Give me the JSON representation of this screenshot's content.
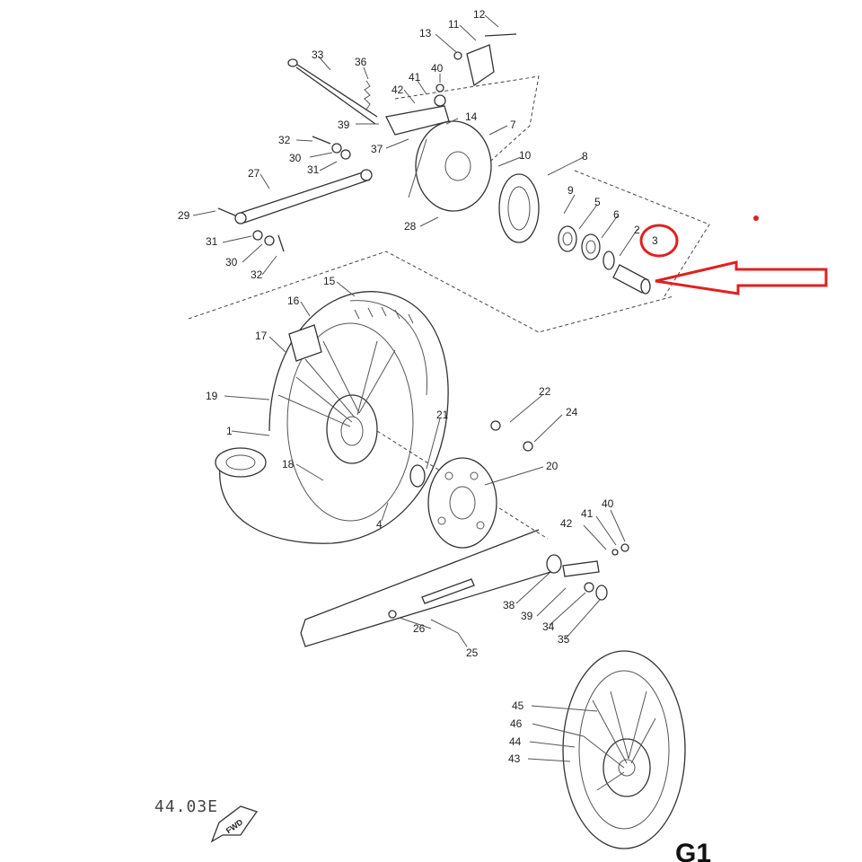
{
  "callouts": {
    "c1": "1",
    "c2": "2",
    "c3": "3",
    "c4": "4",
    "c5": "5",
    "c6": "6",
    "c7": "7",
    "c8": "8",
    "c9": "9",
    "c10": "10",
    "c11": "11",
    "c12": "12",
    "c13": "13",
    "c14": "14",
    "c15": "15",
    "c16": "16",
    "c17": "17",
    "c18": "18",
    "c19": "19",
    "c20": "20",
    "c21": "21",
    "c22": "22",
    "c24": "24",
    "c25": "25",
    "c26": "26",
    "c27": "27",
    "c28": "28",
    "c29": "29",
    "c30a": "30",
    "c30b": "30",
    "c31a": "31",
    "c31b": "31",
    "c32a": "32",
    "c32b": "32",
    "c33": "33",
    "c34": "34",
    "c35": "35",
    "c36": "36",
    "c37": "37",
    "c38": "38",
    "c39a": "39",
    "c39b": "39",
    "c40a": "40",
    "c40b": "40",
    "c41a": "41",
    "c41b": "41",
    "c42a": "42",
    "c42b": "42",
    "c43": "43",
    "c44": "44",
    "c45": "45",
    "c46": "46"
  },
  "footer": {
    "code": "44.03E",
    "forward_label": "FWD",
    "page_mark": "G1"
  },
  "highlight": {
    "color": "#e02020",
    "circled_part": "3"
  }
}
